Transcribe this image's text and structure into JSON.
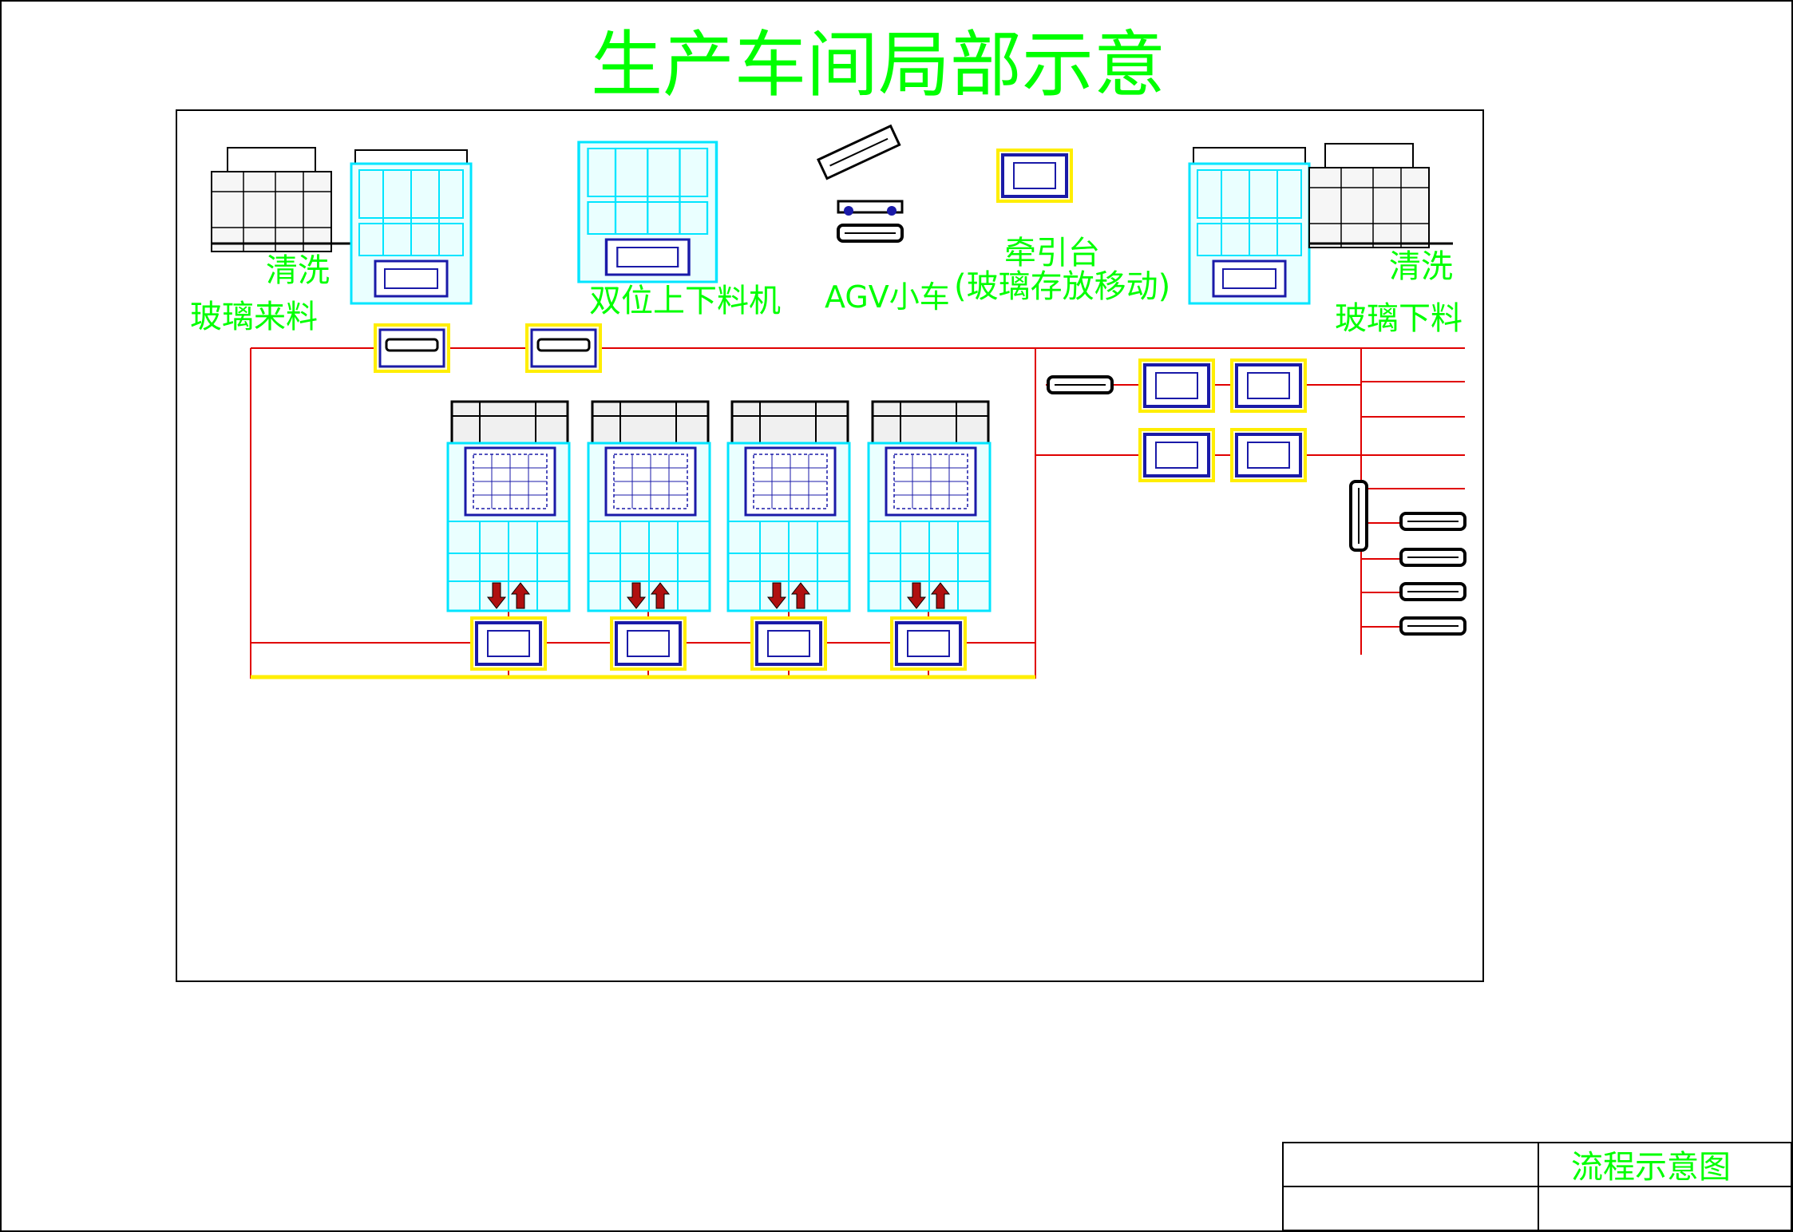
{
  "page": {
    "title": "生产车间局部示意"
  },
  "labels": {
    "wash_left": "清洗",
    "glass_in": "玻璃来料",
    "dual_loader": "双位上下料机",
    "agv": "AGV小车",
    "tractor_line1": "牵引台",
    "tractor_line2": "(玻璃存放移动)",
    "wash_right": "清洗",
    "glass_out": "玻璃下料"
  },
  "title_block": {
    "drawing_name": "流程示意图"
  },
  "colors": {
    "label_green": "#00ff00",
    "machine_cyan": "#00e5ff",
    "track_red": "#e00000",
    "frame_yellow": "#ffee00",
    "glass_blue": "#1a1aa8",
    "arrow_red": "#b01010"
  }
}
